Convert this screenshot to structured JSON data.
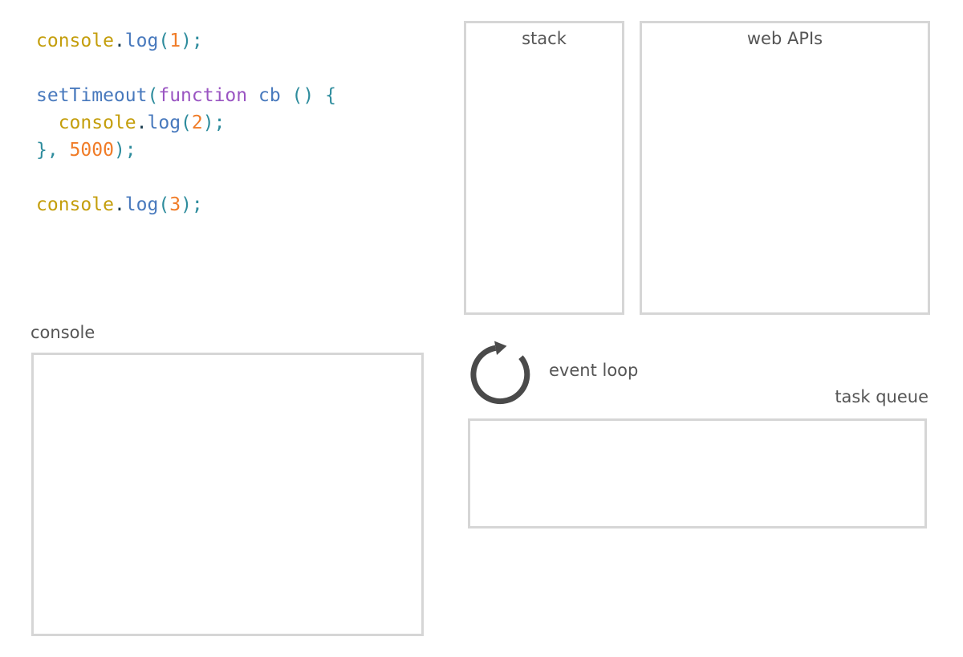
{
  "palette": {
    "gold": "#c49e0c",
    "blue": "#4879bd",
    "teal": "#2e8c9d",
    "orange": "#f07c28",
    "purple": "#9a55c2",
    "dark": "#1c3d4f",
    "label_gray": "#555555",
    "border_gray": "#d6d6d6",
    "icon_gray": "#4a4a4a"
  },
  "code": {
    "lines": [
      {
        "tokens": [
          {
            "text": "console",
            "color": "gold"
          },
          {
            "text": ".",
            "color": "dark"
          },
          {
            "text": "log",
            "color": "blue"
          },
          {
            "text": "(",
            "color": "teal"
          },
          {
            "text": "1",
            "color": "orange"
          },
          {
            "text": ");",
            "color": "teal"
          }
        ]
      },
      {
        "tokens": []
      },
      {
        "tokens": [
          {
            "text": "setTimeout",
            "color": "blue"
          },
          {
            "text": "(",
            "color": "teal"
          },
          {
            "text": "function",
            "color": "purple"
          },
          {
            "text": " ",
            "color": "dark"
          },
          {
            "text": "cb",
            "color": "blue"
          },
          {
            "text": " () {",
            "color": "teal"
          }
        ]
      },
      {
        "tokens": [
          {
            "text": "  ",
            "color": "dark"
          },
          {
            "text": "console",
            "color": "gold"
          },
          {
            "text": ".",
            "color": "dark"
          },
          {
            "text": "log",
            "color": "blue"
          },
          {
            "text": "(",
            "color": "teal"
          },
          {
            "text": "2",
            "color": "orange"
          },
          {
            "text": ");",
            "color": "teal"
          }
        ]
      },
      {
        "tokens": [
          {
            "text": "}, ",
            "color": "teal"
          },
          {
            "text": "5000",
            "color": "orange"
          },
          {
            "text": ");",
            "color": "teal"
          }
        ]
      },
      {
        "tokens": []
      },
      {
        "tokens": [
          {
            "text": "console",
            "color": "gold"
          },
          {
            "text": ".",
            "color": "dark"
          },
          {
            "text": "log",
            "color": "blue"
          },
          {
            "text": "(",
            "color": "teal"
          },
          {
            "text": "3",
            "color": "orange"
          },
          {
            "text": ");",
            "color": "teal"
          }
        ]
      }
    ]
  },
  "panels": {
    "stack": {
      "label": "stack"
    },
    "web_apis": {
      "label": "web APIs"
    },
    "console": {
      "label": "console"
    },
    "task_queue": {
      "label": "task queue"
    }
  },
  "event_loop": {
    "label": "event loop",
    "icon": "clockwise-rotation-icon"
  }
}
